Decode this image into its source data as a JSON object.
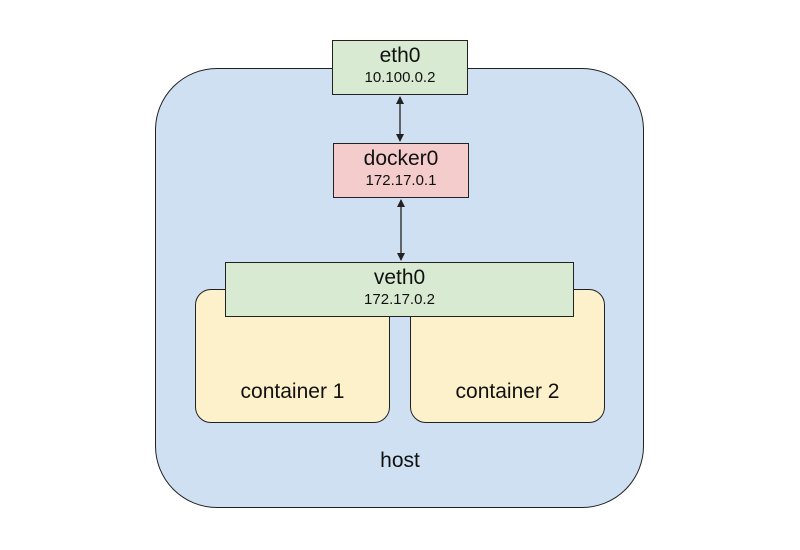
{
  "host": {
    "label": "host"
  },
  "interfaces": {
    "eth0": {
      "name": "eth0",
      "ip": "10.100.0.2",
      "color": "#d9ead3"
    },
    "docker0": {
      "name": "docker0",
      "ip": "172.17.0.1",
      "color": "#f4cccc"
    },
    "veth0": {
      "name": "veth0",
      "ip": "172.17.0.2",
      "color": "#d9ead3"
    }
  },
  "containers": [
    {
      "label": "container 1",
      "color": "#fdf1cb"
    },
    {
      "label": "container 2",
      "color": "#fdf1cb"
    }
  ],
  "colors": {
    "host_fill": "#d0e0f3",
    "outline": "#222222"
  }
}
